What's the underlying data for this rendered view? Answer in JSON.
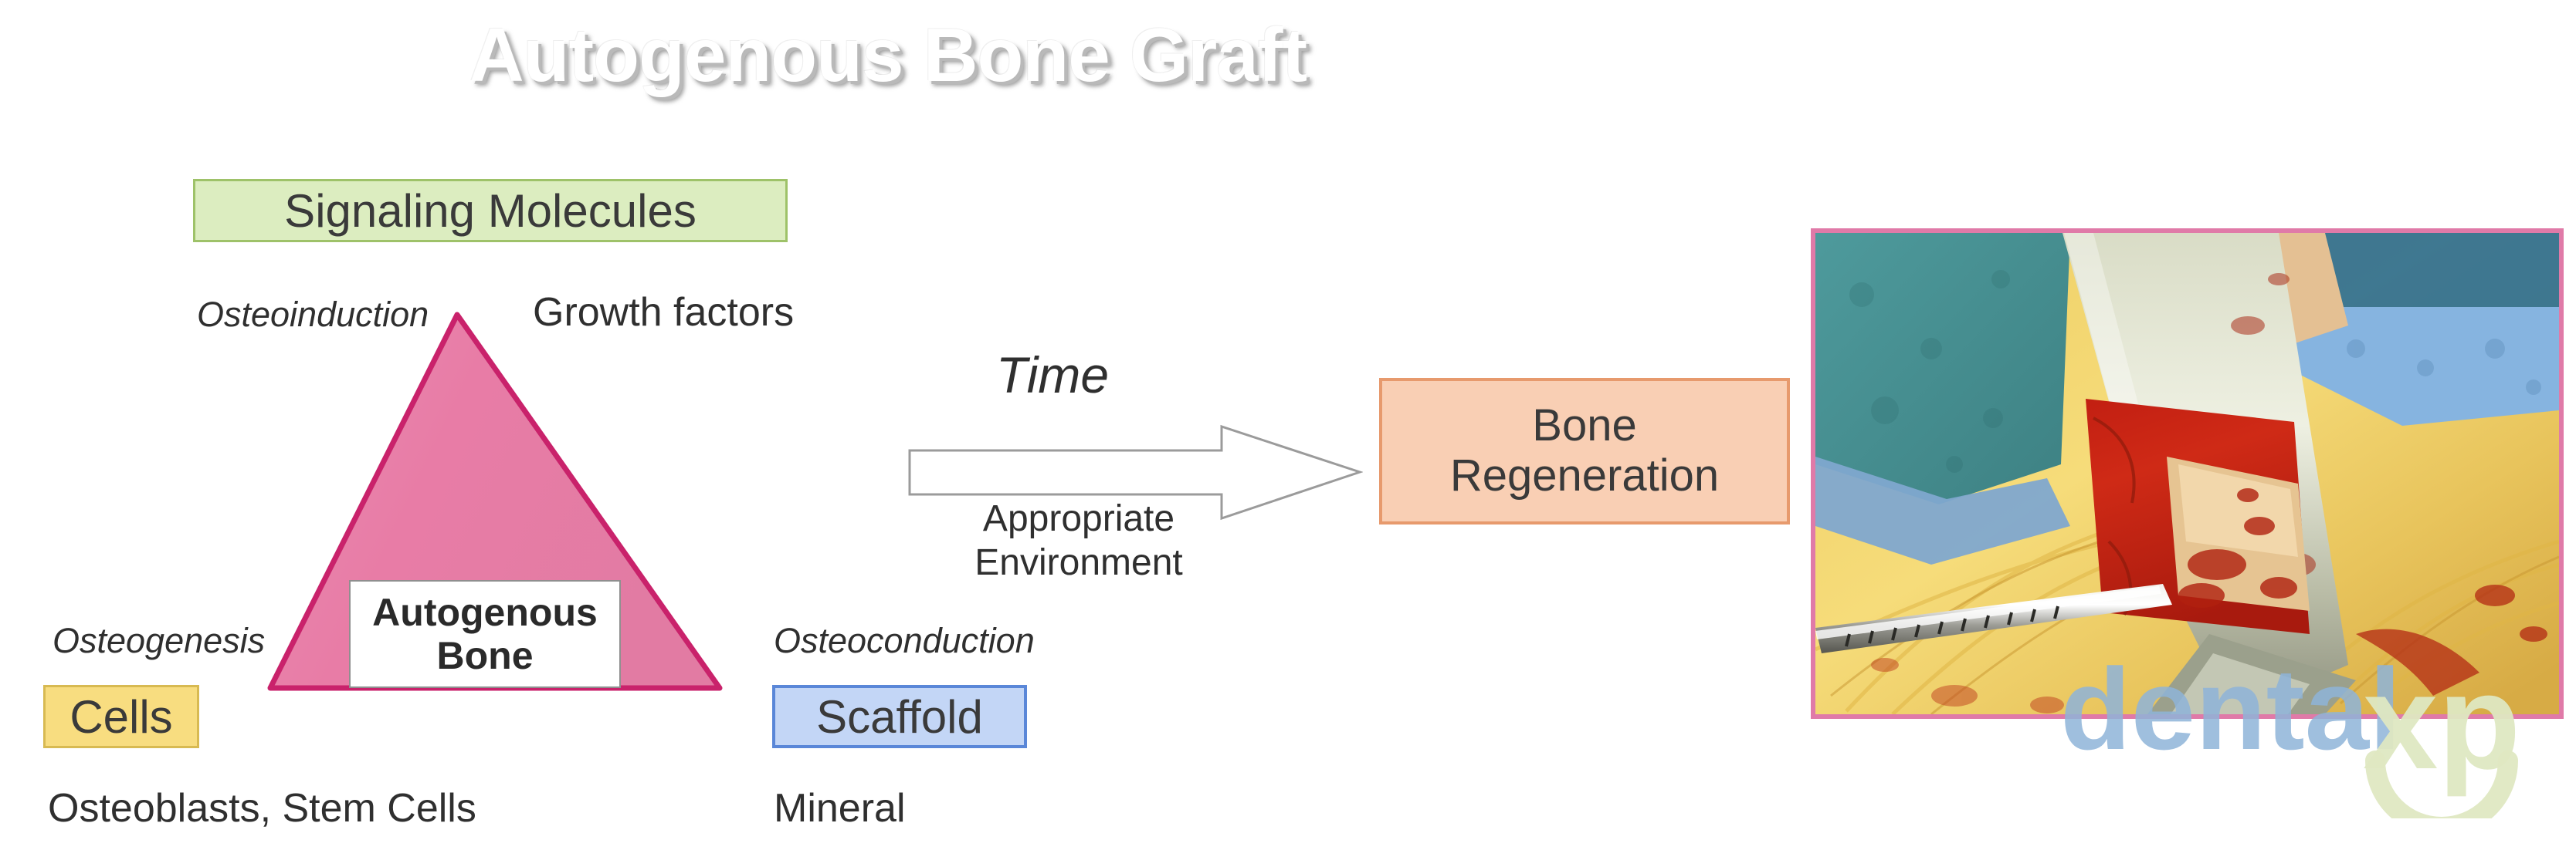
{
  "title": "Autogenous Bone Graft",
  "triangle": {
    "center_label_line1": "Autogenous",
    "center_label_line2": "Bone",
    "fill_color": "#e87ca6",
    "stroke_color": "#c9226b"
  },
  "vertices": {
    "top": {
      "box_label": "Signaling Molecules",
      "box_bg": "#dcedc0",
      "box_border": "#9ec269",
      "process_label": "Osteoinduction",
      "example_label": "Growth factors"
    },
    "left": {
      "box_label": "Cells",
      "box_bg": "#f8dd80",
      "box_border": "#d8ba52",
      "process_label": "Osteogenesis",
      "example_label": "Osteoblasts, Stem Cells"
    },
    "right": {
      "box_label": "Scaffold",
      "box_bg": "#c3d6f6",
      "box_border": "#5a87d8",
      "process_label": "Osteoconduction",
      "example_label": "Mineral"
    }
  },
  "flow": {
    "arrow_top_label": "Time",
    "arrow_bottom_label": "Appropriate Environment",
    "arrow_icon": "right-block-arrow-icon",
    "result_line1": "Bone",
    "result_line2": "Regeneration",
    "result_bg": "#f9cfb4",
    "result_border": "#e79a6d"
  },
  "photo": {
    "caption": "",
    "frame_color": "#e07aa8",
    "description": "Intraoperative photo of a harvested autogenous bone block graft held with forceps over a surgical field"
  },
  "watermark": {
    "text_primary": "dental",
    "text_secondary": "xp",
    "color_primary": "#8fb4d9",
    "color_secondary": "#dfe8c2"
  }
}
